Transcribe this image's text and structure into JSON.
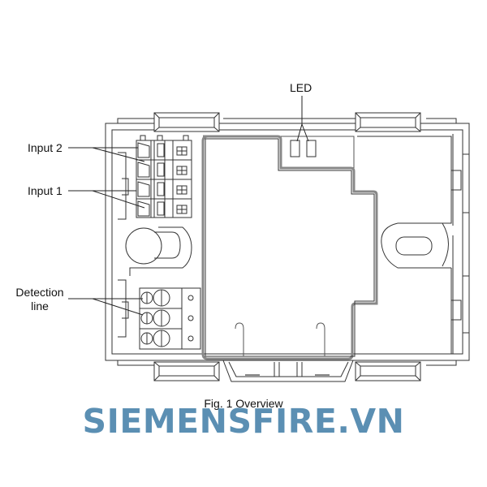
{
  "figure": {
    "caption": "Fig. 1 Overview",
    "watermark": "SIEMENSFIRE.VN",
    "watermark_color": "#5b8fb3",
    "line_color": "#333333",
    "callouts": [
      {
        "id": "led",
        "label": "LED"
      },
      {
        "id": "input-2",
        "label": "Input 2"
      },
      {
        "id": "input-1",
        "label": "Input 1"
      },
      {
        "id": "detection-line",
        "label_line1": "Detection",
        "label_line2": "line"
      }
    ]
  }
}
